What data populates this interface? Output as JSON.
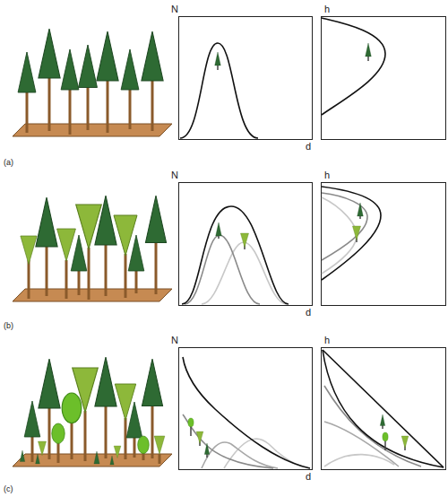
{
  "diagram": {
    "labels": [
      "N",
      "h",
      "d",
      "(a)",
      "N",
      "h",
      "d",
      "(b)",
      "N",
      "h",
      "d",
      "(c)"
    ]
  }
}
